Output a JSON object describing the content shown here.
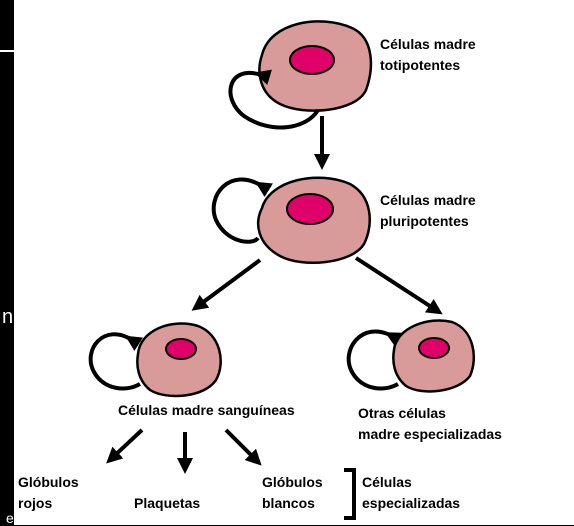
{
  "cells": {
    "totipotent": "Células madre\ntotipotentes",
    "pluripotent": "Células madre\npluripotentes",
    "blood": "Células madre sanguíneas",
    "other": "Otras células\nmadre especializadas"
  },
  "outputs": {
    "red": "Glóbulos\nrojos",
    "platelets": "Plaquetas",
    "white": "Glóbulos\nblancos",
    "specialized": "Células\nespecializadas"
  },
  "colors": {
    "cell": "#d99a9a",
    "nucleus": "#e0006a",
    "outline": "#000000"
  },
  "edge_text": {
    "left": "n",
    "bottom": "e"
  }
}
